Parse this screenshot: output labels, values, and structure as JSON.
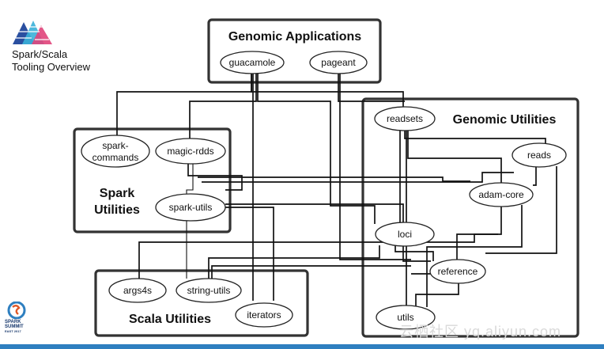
{
  "header": {
    "subtitle_lines": [
      "Spark/Scala",
      "Tooling Overview"
    ]
  },
  "groups": {
    "genomic_applications": "Genomic Applications",
    "genomic_utilities": "Genomic Utilities",
    "spark_utilities": [
      "Spark",
      "Utilities"
    ],
    "scala_utilities": "Scala Utilities"
  },
  "nodes": {
    "guacamole": "guacamole",
    "pageant": "pageant",
    "spark_commands": [
      "spark-",
      "commands"
    ],
    "magic_rdds": "magic-rdds",
    "spark_utils": "spark-utils",
    "readsets": "readsets",
    "reads": "reads",
    "adam_core": "adam-core",
    "loci": "loci",
    "reference": "reference",
    "utils": "utils",
    "args4s": "args4s",
    "string_utils": "string-utils",
    "iterators": "iterators"
  },
  "branding": {
    "summit_lines": [
      "SPARK",
      "SUMMIT",
      "EAST 2017"
    ],
    "watermark": "云栖社区 yq.aliyun.com",
    "bar_color": "#2e7fc0"
  }
}
